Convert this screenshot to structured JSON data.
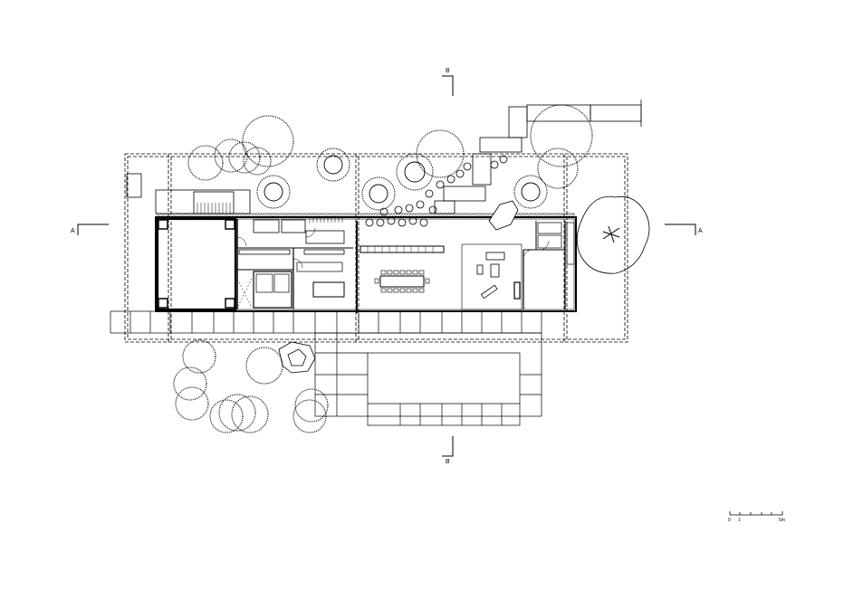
{
  "section_markers": {
    "b_top": "B",
    "b_bottom": "B",
    "a_left": "A",
    "a_right": "A"
  },
  "scale_bar": {
    "tick_0": "0",
    "tick_1": "1",
    "tick_5": "5m"
  },
  "colors": {
    "line": "#000000",
    "background": "#ffffff"
  }
}
